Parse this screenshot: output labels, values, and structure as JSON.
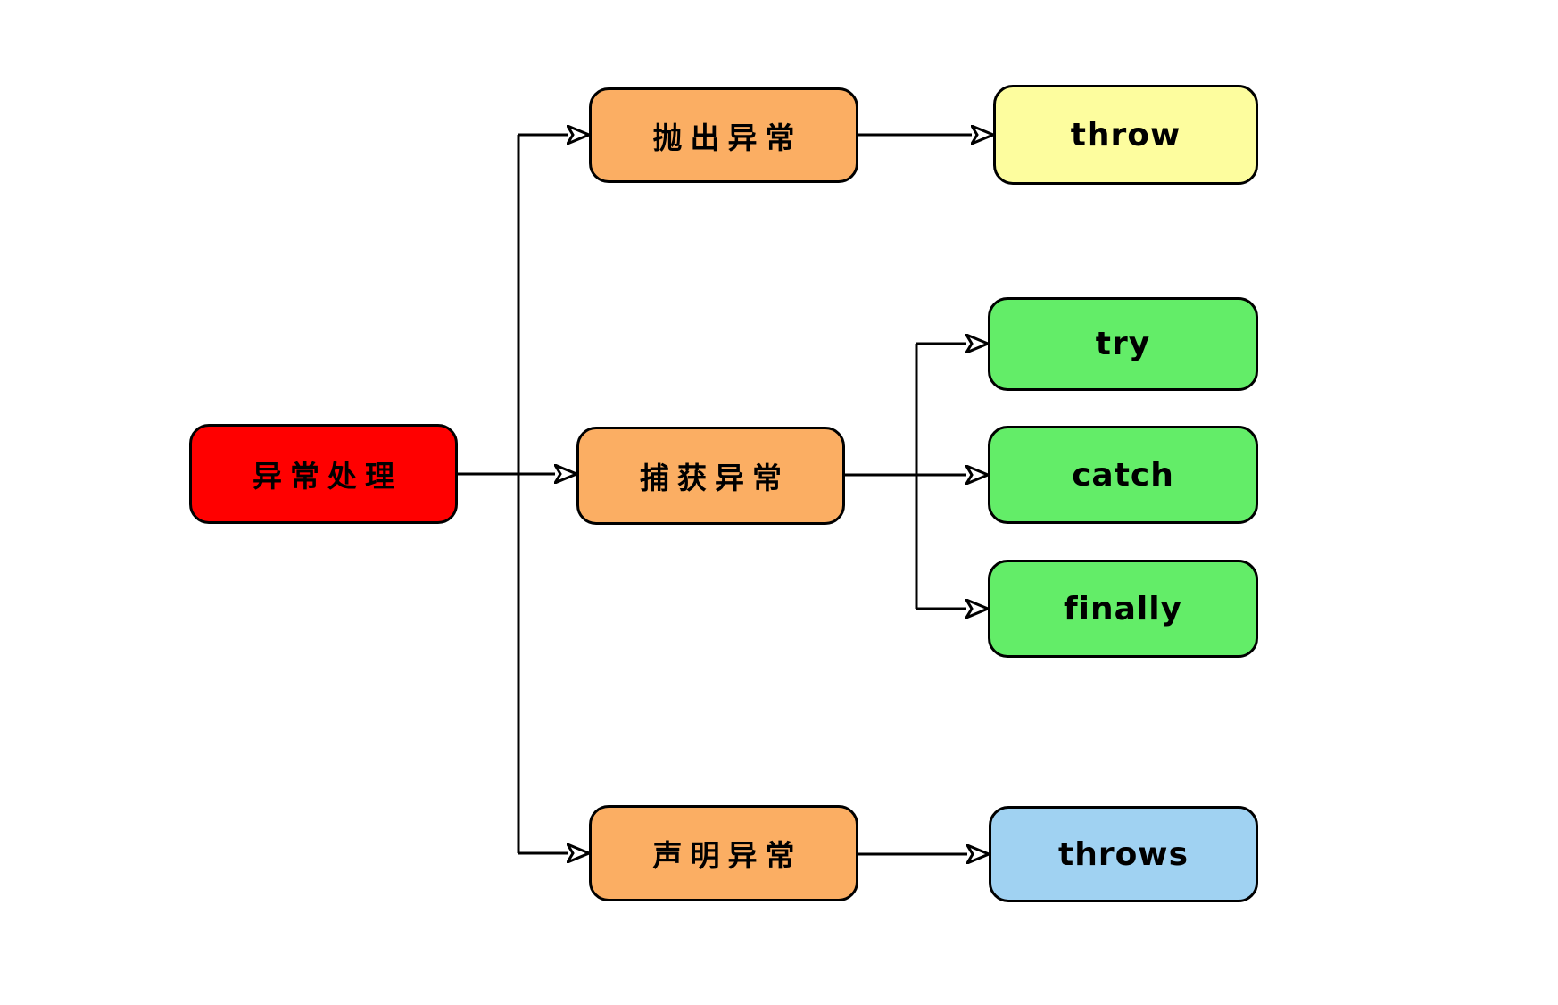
{
  "diagram": {
    "type": "mindmap-flowchart",
    "topic": "Java exception handling keywords",
    "colors": {
      "root_fill": "#FF0000",
      "branch_fill": "#FBAE63",
      "throw_fill": "#FDFD9E",
      "try_catch_finally_fill": "#63ED68",
      "throws_fill": "#A0D2F2",
      "line": "#000000",
      "border": "#000000",
      "text": "#000000",
      "background": "#FFFFFF"
    },
    "nodes": {
      "exception_handling": {
        "label": "异常处理",
        "fill": "#FF0000"
      },
      "throw_exception": {
        "label": "抛出异常",
        "fill": "#FBAE63"
      },
      "catch_exception": {
        "label": "捕获异常",
        "fill": "#FBAE63"
      },
      "declare_exception": {
        "label": "声明异常",
        "fill": "#FBAE63"
      },
      "throw_keyword": {
        "label": "throw",
        "fill": "#FDFD9E"
      },
      "try_keyword": {
        "label": "try",
        "fill": "#63ED68"
      },
      "catch_keyword": {
        "label": "catch",
        "fill": "#63ED68"
      },
      "finally_keyword": {
        "label": "finally",
        "fill": "#63ED68"
      },
      "throws_keyword": {
        "label": "throws",
        "fill": "#A0D2F2"
      }
    },
    "edges": [
      {
        "from": "异常处理",
        "to": "抛出异常"
      },
      {
        "from": "异常处理",
        "to": "捕获异常"
      },
      {
        "from": "异常处理",
        "to": "声明异常"
      },
      {
        "from": "抛出异常",
        "to": "throw"
      },
      {
        "from": "捕获异常",
        "to": "try"
      },
      {
        "from": "捕获异常",
        "to": "catch"
      },
      {
        "from": "捕获异常",
        "to": "finally"
      },
      {
        "from": "声明异常",
        "to": "throws"
      }
    ]
  }
}
